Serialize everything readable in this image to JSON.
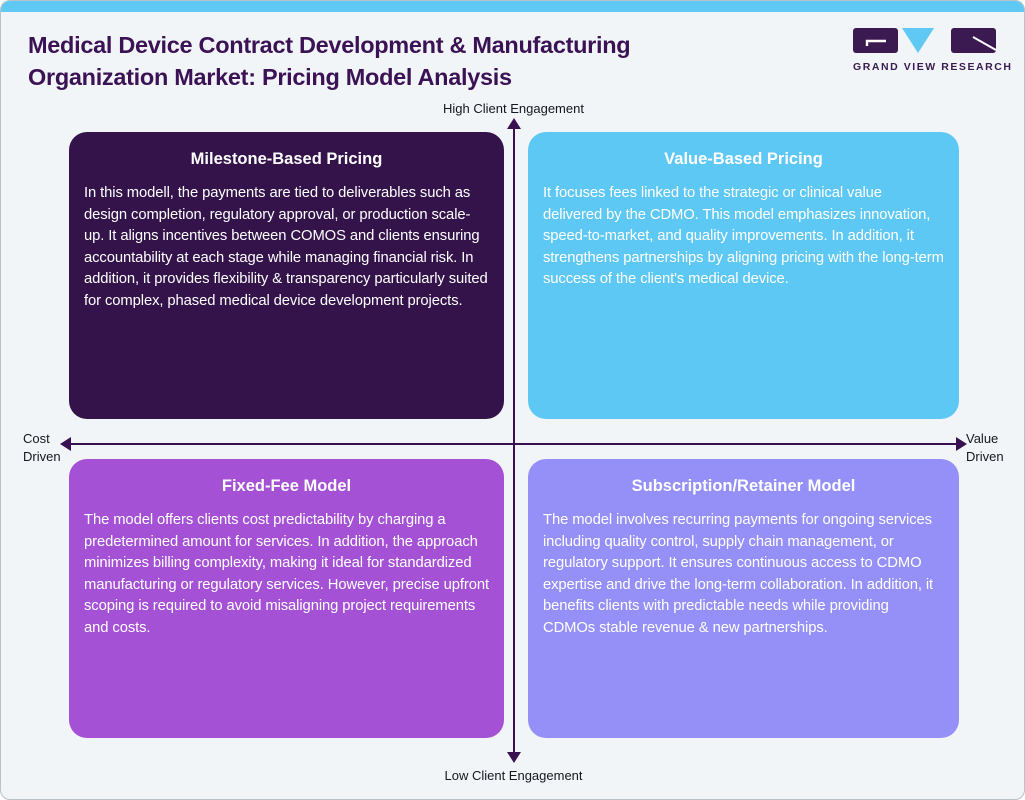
{
  "header": {
    "title_line1": "Medical Device Contract Development & Manufacturing",
    "title_line2": "Organization Market: Pricing Model Analysis"
  },
  "logo": {
    "wordmark": "GRAND VIEW RESEARCH"
  },
  "axes": {
    "top_label": "High Client Engagement",
    "bottom_label": "Low Client Engagement",
    "left_label_line1": "Cost",
    "left_label_line2": "Driven",
    "right_label_line1": "Value",
    "right_label_line2": "Driven"
  },
  "quadrants": {
    "top_left": {
      "title": "Milestone-Based Pricing",
      "body": "In this modell, the payments are tied to deliverables such as design completion, regulatory approval, or production scale-up. It aligns incentives between COMOS and clients ensuring accountability at each stage while managing financial risk. In addition, it provides flexibility & transparency particularly suited for complex, phased medical device development projects.",
      "bg": "#33134a"
    },
    "top_right": {
      "title": "Value-Based Pricing",
      "body": "It focuses fees linked to the strategic or clinical value delivered by the CDMO. This model emphasizes innovation, speed-to-market, and quality improvements. In addition, it strengthens partnerships by aligning pricing with the long-term success of the client's medical device.",
      "bg": "#5ec8f5"
    },
    "bottom_left": {
      "title": "Fixed-Fee Model",
      "body": "The model offers clients cost predictability by charging a predetermined amount for services. In addition, the approach minimizes billing complexity, making it ideal for standardized manufacturing or regulatory services. However, precise upfront scoping is required to avoid misaligning project requirements and costs.",
      "bg": "#a551d5"
    },
    "bottom_right": {
      "title": "Subscription/Retainer Model",
      "body": "The model involves recurring payments for ongoing services including quality control, supply chain management, or regulatory support. It ensures continuous access to CDMO expertise and drive the long-term collaboration. In addition, it benefits clients with predictable needs while providing CDMOs stable revenue & new partnerships.",
      "bg": "#9590f7"
    }
  },
  "colors": {
    "page_background": "#f1f5f8",
    "top_bar": "#5fc9f3",
    "title_text": "#3b1254",
    "axis_line": "#3a1150",
    "axis_label_text": "#16161f",
    "card_text": "#ffffff",
    "logo_dark": "#3b1a52",
    "logo_blue": "#5fc9f3"
  }
}
